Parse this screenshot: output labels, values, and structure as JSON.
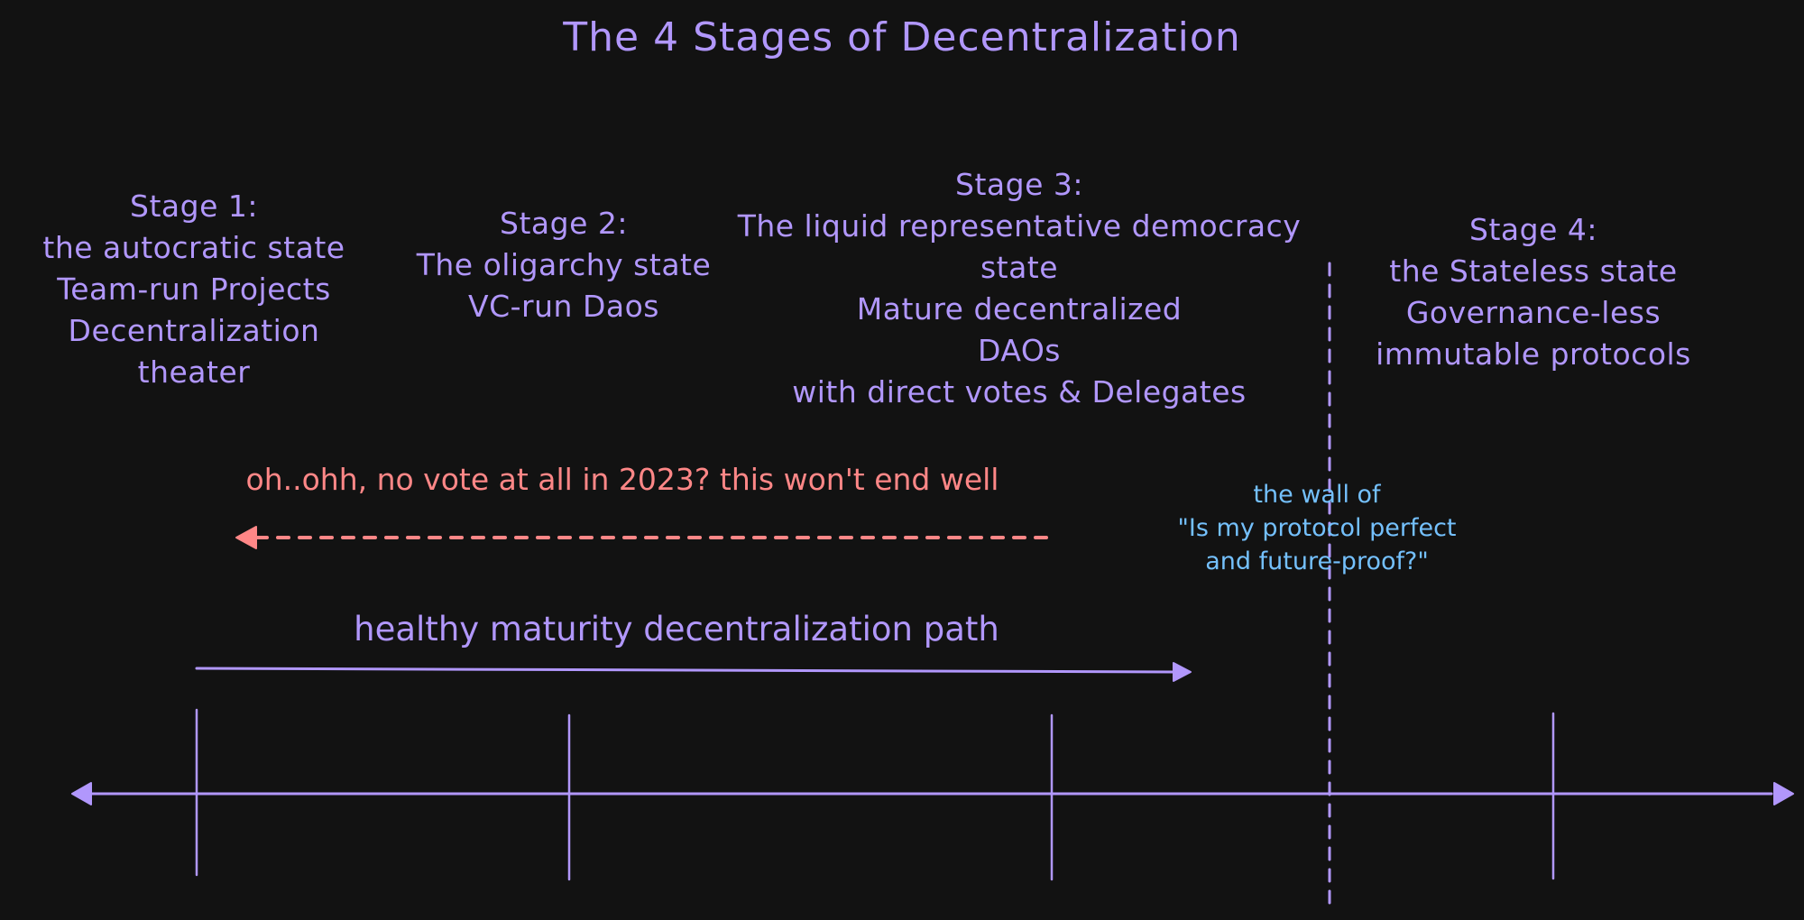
{
  "diagram": {
    "title": "The 4 Stages of Decentralization",
    "colors": {
      "background": "#121212",
      "primary": "#b197fc",
      "warning": "#ff8787",
      "note": "#74c0fc"
    },
    "stages": [
      {
        "lines": [
          "Stage 1:",
          "the autocratic state",
          "Team-run Projects",
          "Decentralization",
          "theater"
        ]
      },
      {
        "lines": [
          "Stage 2:",
          "The oligarchy state",
          "VC-run Daos"
        ]
      },
      {
        "lines": [
          "Stage 3:",
          "The liquid representative democracy",
          "state",
          "Mature decentralized",
          "DAOs",
          "with direct votes & Delegates"
        ]
      },
      {
        "lines": [
          "Stage 4:",
          "the Stateless state",
          "Governance-less",
          "immutable protocols"
        ]
      }
    ],
    "regression_warning": "oh..ohh, no vote at all in 2023? this won't end well",
    "healthy_path_label": "healthy maturity decentralization path",
    "wall_note": {
      "lines": [
        "the wall of",
        "\"Is my protocol perfect",
        "and future-proof?\""
      ]
    },
    "timeline": {
      "direction": "bidirectional",
      "tick_count": 4,
      "wall_position": "between stage 3 and stage 4"
    }
  }
}
